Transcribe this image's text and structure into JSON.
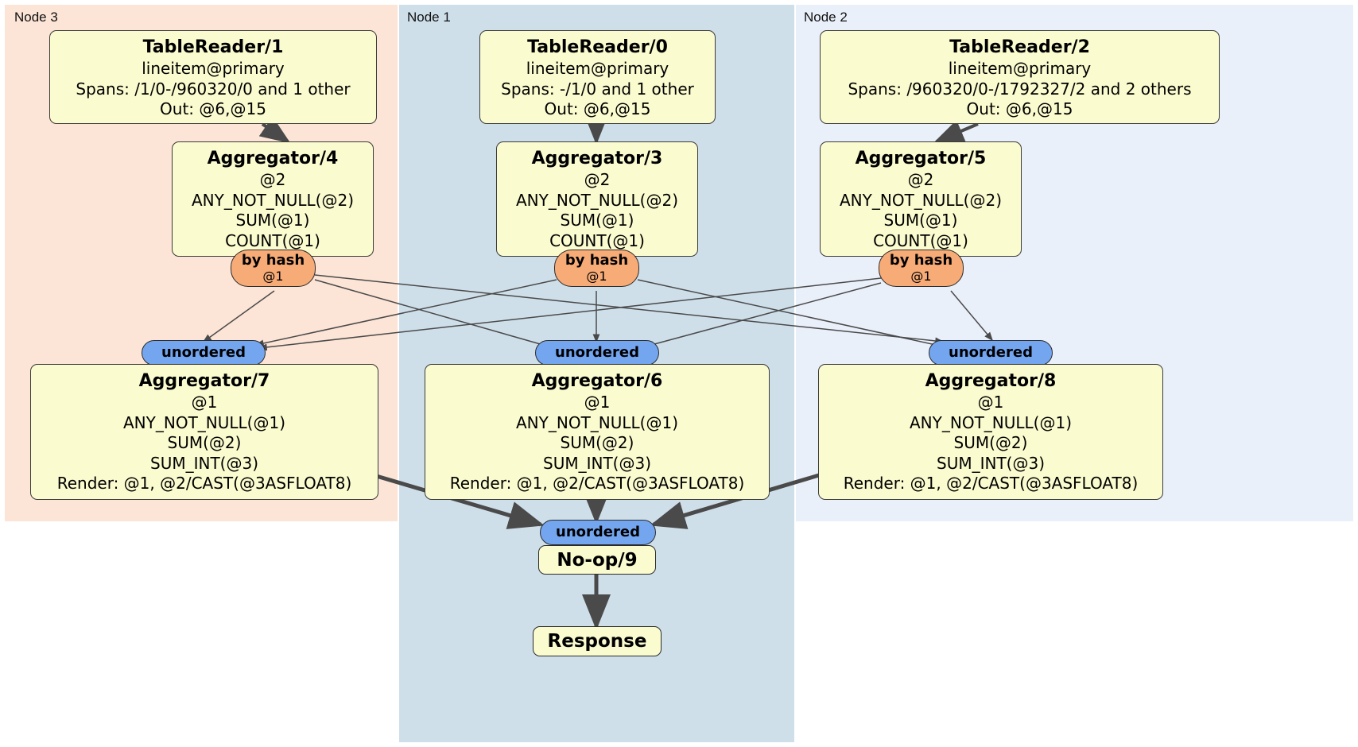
{
  "diagram": {
    "type": "distributed-query-plan",
    "nodes": [
      {
        "id": "node3",
        "label": "Node 3",
        "color": "#fce4d6"
      },
      {
        "id": "node1",
        "label": "Node 1",
        "color": "#cfdfea"
      },
      {
        "id": "node2",
        "label": "Node 2",
        "color": "#eaf0fa"
      }
    ],
    "colors": {
      "processor_fill": "#fbfbd0",
      "hash_router_fill": "#f7ab77",
      "unordered_synchronizer_fill": "#74a6f0",
      "edge": "#4a4a4a"
    },
    "processors": {
      "table_reader_1": {
        "title": "TableReader/1",
        "lines": [
          "lineitem@primary",
          "Spans: /1/0-/960320/0 and 1 other",
          "Out: @6,@15"
        ]
      },
      "table_reader_0": {
        "title": "TableReader/0",
        "lines": [
          "lineitem@primary",
          "Spans: -/1/0 and 1 other",
          "Out: @6,@15"
        ]
      },
      "table_reader_2": {
        "title": "TableReader/2",
        "lines": [
          "lineitem@primary",
          "Spans: /960320/0-/1792327/2 and 2 others",
          "Out: @6,@15"
        ]
      },
      "aggregator_4": {
        "title": "Aggregator/4",
        "lines": [
          "@2",
          "ANY_NOT_NULL(@2)",
          "SUM(@1)",
          "COUNT(@1)"
        ]
      },
      "aggregator_3": {
        "title": "Aggregator/3",
        "lines": [
          "@2",
          "ANY_NOT_NULL(@2)",
          "SUM(@1)",
          "COUNT(@1)"
        ]
      },
      "aggregator_5": {
        "title": "Aggregator/5",
        "lines": [
          "@2",
          "ANY_NOT_NULL(@2)",
          "SUM(@1)",
          "COUNT(@1)"
        ]
      },
      "aggregator_7": {
        "title": "Aggregator/7",
        "lines": [
          "@1",
          "ANY_NOT_NULL(@1)",
          "SUM(@2)",
          "SUM_INT(@3)",
          "Render: @1, @2/CAST(@3ASFLOAT8)"
        ]
      },
      "aggregator_6": {
        "title": "Aggregator/6",
        "lines": [
          "@1",
          "ANY_NOT_NULL(@1)",
          "SUM(@2)",
          "SUM_INT(@3)",
          "Render: @1, @2/CAST(@3ASFLOAT8)"
        ]
      },
      "aggregator_8": {
        "title": "Aggregator/8",
        "lines": [
          "@1",
          "ANY_NOT_NULL(@1)",
          "SUM(@2)",
          "SUM_INT(@3)",
          "Render: @1, @2/CAST(@3ASFLOAT8)"
        ]
      },
      "noop_9": {
        "title": "No-op/9"
      },
      "response": {
        "title": "Response"
      }
    },
    "routers": {
      "hash_4": {
        "label": "by hash",
        "sub": "@1"
      },
      "hash_3": {
        "label": "by hash",
        "sub": "@1"
      },
      "hash_5": {
        "label": "by hash",
        "sub": "@1"
      },
      "sync_7": {
        "label": "unordered"
      },
      "sync_6": {
        "label": "unordered"
      },
      "sync_8": {
        "label": "unordered"
      },
      "sync_9": {
        "label": "unordered"
      }
    }
  }
}
